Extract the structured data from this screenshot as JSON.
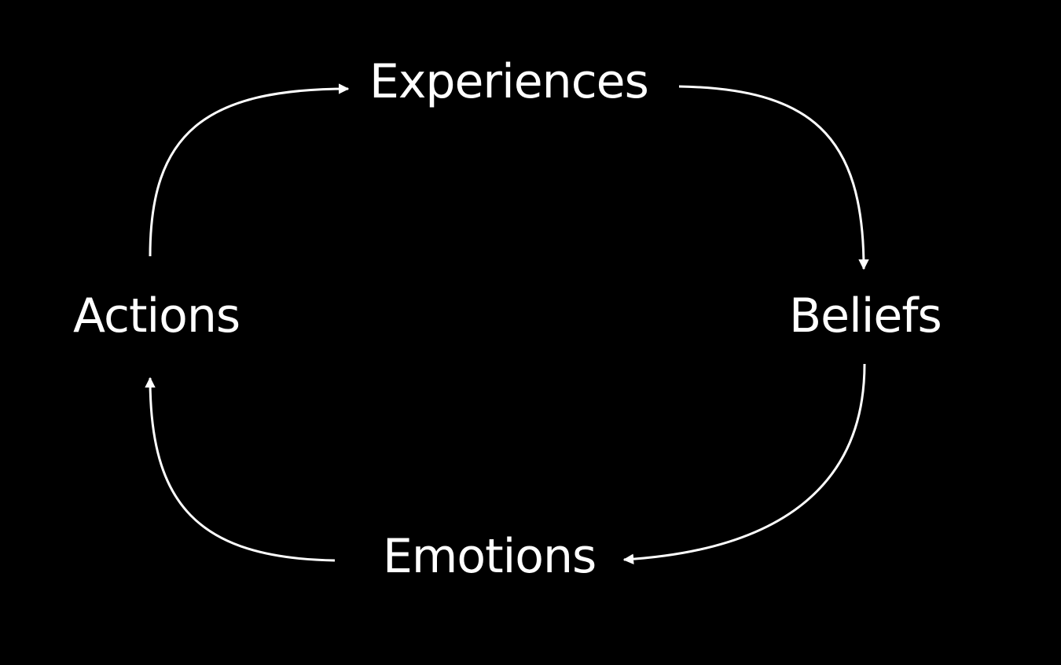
{
  "colors": {
    "background": "#000000",
    "foreground": "#ffffff"
  },
  "nodes": {
    "experiences": "Experiences",
    "beliefs": "Beliefs",
    "emotions": "Emotions",
    "actions": "Actions"
  },
  "edges": [
    {
      "from": "actions",
      "to": "experiences"
    },
    {
      "from": "experiences",
      "to": "beliefs"
    },
    {
      "from": "beliefs",
      "to": "emotions"
    },
    {
      "from": "emotions",
      "to": "actions"
    }
  ]
}
